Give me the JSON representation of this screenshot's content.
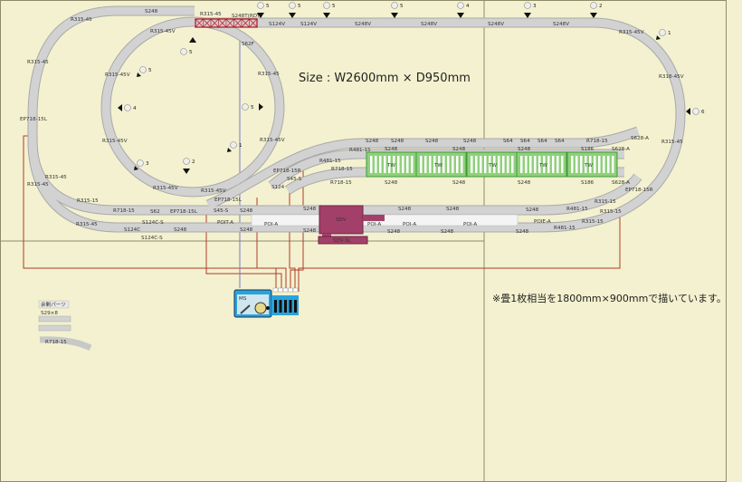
{
  "size_text": "Size : W2600mm × D950mm",
  "note_text": "※畳1枚相当を1800mm×900mmで描いています。",
  "spare_parts": {
    "title": "余剰パーツ",
    "item1": "S29×8",
    "item2": "R718-15"
  },
  "controller_label": "MS",
  "labels": [
    "S248",
    "R315-45",
    "R315-45",
    "EP718-15L",
    "R315-45",
    "R315-45",
    "R315-15",
    "R718-15",
    "S62",
    "EP718-15L",
    "S45-S",
    "S248",
    "R315-45",
    "S124C-S",
    "S124C",
    "S248",
    "S124C-S",
    "S248",
    "POIT-A",
    "R315-45",
    "S248T(RDY)",
    "S124V",
    "S124V",
    "S248V",
    "S248V",
    "S248V",
    "S248V",
    "R315-45V",
    "R318-45V",
    "R315-45",
    "R315-45V",
    "S62F",
    "R315-45V",
    "R315-45",
    "R315-45V",
    "R315-45V",
    "R315-45V",
    "R315-45V",
    "EP718-15L",
    "EP718-15R",
    "S45-S",
    "S124",
    "R481-15",
    "R718-15",
    "R718-15",
    "R481-15",
    "S248",
    "S248",
    "S248",
    "S248",
    "S248",
    "S64",
    "S64",
    "S64",
    "S64",
    "R718-15",
    "S628-A",
    "S248",
    "S248",
    "S186",
    "S628-A",
    "S248",
    "S248",
    "S248",
    "S186",
    "S628-A",
    "TW",
    "TW",
    "TW",
    "TW",
    "TW",
    "EP718-15R",
    "R315-15",
    "R481-15",
    "R315-15",
    "R315-15",
    "R481-15",
    "S248",
    "S248",
    "S248",
    "S248",
    "POI-A",
    "POI-A",
    "POI-A",
    "POI-A",
    "POIE-A",
    "S248",
    "S248",
    "S248",
    "S248",
    "SDV",
    "SDV-SL"
  ],
  "signals": [
    "5",
    "5",
    "4",
    "3",
    "2",
    "1",
    "5",
    "5",
    "5",
    "5",
    "5",
    "4",
    "3",
    "2",
    "1",
    "6"
  ],
  "colors": {
    "board": "#f3f1cf",
    "track": "#cbcbcb",
    "platform_tw": "#8fd07a",
    "station": "#a3406a",
    "wire": "#b23a2a",
    "feeder": "#7777cc",
    "controller": "#29a3dc"
  }
}
